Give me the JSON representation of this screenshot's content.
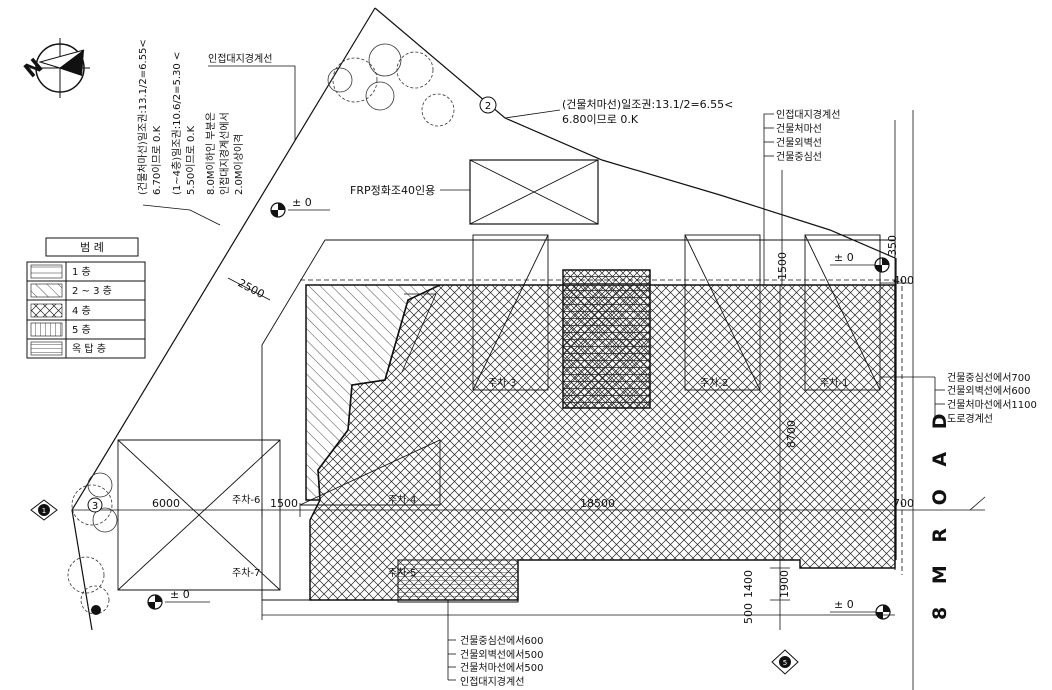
{
  "north": {
    "label": "N"
  },
  "top_notes": {
    "line1": "(건물처마선)일조권:13.1/2=6.55<",
    "line2": "6.70이므로  0.K",
    "line3": "(1~4층)일조권:10.6/2=5.30  <",
    "line4": "5.50이므로  0.K",
    "line5": "8.0M이하인 부분은",
    "line6": "인접대지경계선에서",
    "line7": "2.0M이상이격",
    "adjacent": "인접대지경계선"
  },
  "eave_note": {
    "line1": "(건물처마선)일조권:13.1/2=6.55<",
    "line2": "6.80이므로  0.K"
  },
  "top_right_labels": [
    "인접대지경계선",
    "건물처마선",
    "건물외벽선",
    "건물중심선"
  ],
  "tank_label": "FRP정화조40인용",
  "elevations": [
    "± 0",
    "± 0",
    "± 0",
    "± 0"
  ],
  "legend": {
    "title": "범     례",
    "items": [
      {
        "label": "1     층"
      },
      {
        "label": "2 ~ 3 층"
      },
      {
        "label": "4     층"
      },
      {
        "label": "5     층"
      },
      {
        "label": "옥 탑 층"
      }
    ]
  },
  "dimensions": {
    "d2500": "2500",
    "d1500_top": "1500",
    "d350": "350",
    "d400": "400",
    "d6000": "6000",
    "d1500_left": "1500",
    "d18500": "18500",
    "d700": "700",
    "d8700": "8700",
    "d1900": "1900",
    "d1400": "1400",
    "d500": "500"
  },
  "parking": [
    "주차-1",
    "주차-2",
    "주차-3",
    "주차-4",
    "주차-5",
    "주차-6",
    "주차-7"
  ],
  "right_labels": [
    "건물중심선에서700",
    "건물외벽선에서600",
    "건물처마선에서1100",
    "도로경계선"
  ],
  "bottom_labels": [
    "건물중심선에서600",
    "건물외벽선에서500",
    "건물처마선에서500",
    "인접대지경계선"
  ],
  "road": "8 M  R O A D",
  "markers": {
    "left": "1",
    "bottom": "5",
    "tree": "2",
    "tree2": "3"
  }
}
